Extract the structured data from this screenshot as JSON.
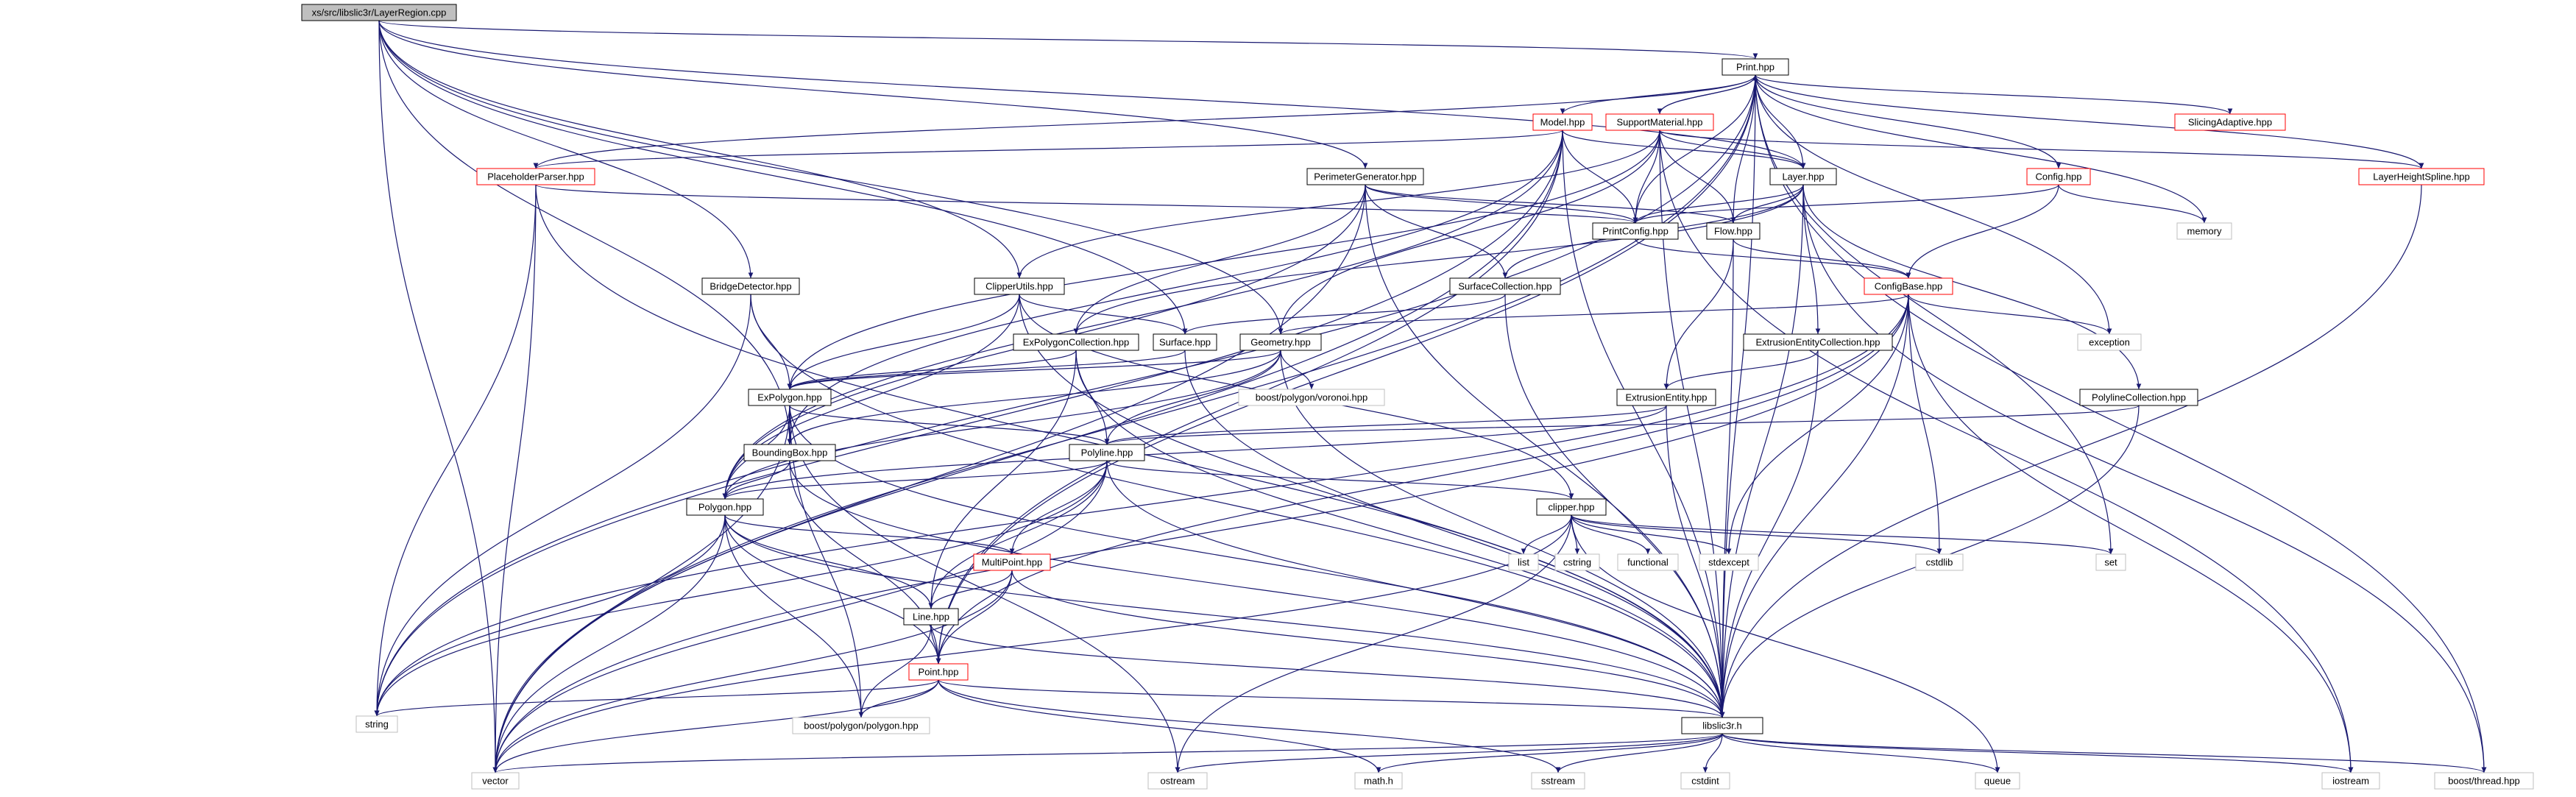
{
  "colors": {
    "edge": "#191970",
    "root_fill": "#bfbfbf",
    "box_border": "#000000",
    "red_border": "#ff0000",
    "grey_border": "#bfbfbf"
  },
  "nodes": [
    {
      "id": "root",
      "label": "xs/src/libslic3r/LayerRegion.cpp",
      "style": "root"
    },
    {
      "id": "print",
      "label": "Print.hpp",
      "style": "black"
    },
    {
      "id": "model",
      "label": "Model.hpp",
      "style": "red"
    },
    {
      "id": "support",
      "label": "SupportMaterial.hpp",
      "style": "red"
    },
    {
      "id": "slicing",
      "label": "SlicingAdaptive.hpp",
      "style": "red"
    },
    {
      "id": "placeholder",
      "label": "PlaceholderParser.hpp",
      "style": "red"
    },
    {
      "id": "perimeter",
      "label": "PerimeterGenerator.hpp",
      "style": "black"
    },
    {
      "id": "layer",
      "label": "Layer.hpp",
      "style": "black"
    },
    {
      "id": "config",
      "label": "Config.hpp",
      "style": "red"
    },
    {
      "id": "lhspline",
      "label": "LayerHeightSpline.hpp",
      "style": "red"
    },
    {
      "id": "printconfig",
      "label": "PrintConfig.hpp",
      "style": "black"
    },
    {
      "id": "flow",
      "label": "Flow.hpp",
      "style": "black"
    },
    {
      "id": "memory",
      "label": "memory",
      "style": "grey"
    },
    {
      "id": "bridge",
      "label": "BridgeDetector.hpp",
      "style": "black"
    },
    {
      "id": "clipperutils",
      "label": "ClipperUtils.hpp",
      "style": "black"
    },
    {
      "id": "surfcoll",
      "label": "SurfaceCollection.hpp",
      "style": "black"
    },
    {
      "id": "configbase",
      "label": "ConfigBase.hpp",
      "style": "red"
    },
    {
      "id": "expolycoll",
      "label": "ExPolygonCollection.hpp",
      "style": "black"
    },
    {
      "id": "surface",
      "label": "Surface.hpp",
      "style": "black"
    },
    {
      "id": "geometry",
      "label": "Geometry.hpp",
      "style": "black"
    },
    {
      "id": "extrcoll",
      "label": "ExtrusionEntityCollection.hpp",
      "style": "black"
    },
    {
      "id": "exception",
      "label": "exception",
      "style": "grey"
    },
    {
      "id": "voronoi",
      "label": "boost/polygon/voronoi.hpp",
      "style": "grey"
    },
    {
      "id": "expolygon",
      "label": "ExPolygon.hpp",
      "style": "black"
    },
    {
      "id": "extrentity",
      "label": "ExtrusionEntity.hpp",
      "style": "black"
    },
    {
      "id": "polylinecoll",
      "label": "PolylineCollection.hpp",
      "style": "black"
    },
    {
      "id": "bbox",
      "label": "BoundingBox.hpp",
      "style": "black"
    },
    {
      "id": "polyline",
      "label": "Polyline.hpp",
      "style": "black"
    },
    {
      "id": "polygon",
      "label": "Polygon.hpp",
      "style": "black"
    },
    {
      "id": "clipper",
      "label": "clipper.hpp",
      "style": "black"
    },
    {
      "id": "list",
      "label": "list",
      "style": "grey"
    },
    {
      "id": "cstring",
      "label": "cstring",
      "style": "grey"
    },
    {
      "id": "functional",
      "label": "functional",
      "style": "grey"
    },
    {
      "id": "stdexcept",
      "label": "stdexcept",
      "style": "grey"
    },
    {
      "id": "cstdlib",
      "label": "cstdlib",
      "style": "grey"
    },
    {
      "id": "set",
      "label": "set",
      "style": "grey"
    },
    {
      "id": "multipoint",
      "label": "MultiPoint.hpp",
      "style": "red"
    },
    {
      "id": "line",
      "label": "Line.hpp",
      "style": "black"
    },
    {
      "id": "point",
      "label": "Point.hpp",
      "style": "red"
    },
    {
      "id": "string",
      "label": "string",
      "style": "grey"
    },
    {
      "id": "boostpolygon",
      "label": "boost/polygon/polygon.hpp",
      "style": "grey"
    },
    {
      "id": "libslic3r",
      "label": "libslic3r.h",
      "style": "black"
    },
    {
      "id": "vector",
      "label": "vector",
      "style": "grey"
    },
    {
      "id": "ostream",
      "label": "ostream",
      "style": "grey"
    },
    {
      "id": "mathh",
      "label": "math.h",
      "style": "grey"
    },
    {
      "id": "sstream",
      "label": "sstream",
      "style": "grey"
    },
    {
      "id": "cstdint",
      "label": "cstdint",
      "style": "grey"
    },
    {
      "id": "queue",
      "label": "queue",
      "style": "grey"
    },
    {
      "id": "iostream",
      "label": "iostream",
      "style": "grey"
    },
    {
      "id": "boostthread",
      "label": "boost/thread.hpp",
      "style": "grey"
    }
  ],
  "edges": [
    [
      "root",
      "print"
    ],
    [
      "root",
      "layer"
    ],
    [
      "root",
      "perimeter"
    ],
    [
      "root",
      "bridge"
    ],
    [
      "root",
      "clipperutils"
    ],
    [
      "root",
      "surface"
    ],
    [
      "root",
      "geometry"
    ],
    [
      "root",
      "bbox"
    ],
    [
      "root",
      "vector"
    ],
    [
      "print",
      "model"
    ],
    [
      "print",
      "support"
    ],
    [
      "print",
      "slicing"
    ],
    [
      "print",
      "layer"
    ],
    [
      "print",
      "config"
    ],
    [
      "print",
      "lhspline"
    ],
    [
      "print",
      "printconfig"
    ],
    [
      "print",
      "flow"
    ],
    [
      "print",
      "memory"
    ],
    [
      "print",
      "placeholder"
    ],
    [
      "print",
      "point"
    ],
    [
      "print",
      "set"
    ],
    [
      "print",
      "exception"
    ],
    [
      "print",
      "string"
    ],
    [
      "print",
      "vector"
    ],
    [
      "print",
      "libslic3r"
    ],
    [
      "print",
      "boostthread"
    ],
    [
      "model",
      "printconfig"
    ],
    [
      "model",
      "layer"
    ],
    [
      "model",
      "libslic3r"
    ],
    [
      "model",
      "placeholder"
    ],
    [
      "model",
      "point"
    ],
    [
      "model",
      "polygon"
    ],
    [
      "model",
      "bbox"
    ],
    [
      "model",
      "string"
    ],
    [
      "model",
      "vector"
    ],
    [
      "support",
      "print"
    ],
    [
      "support",
      "flow"
    ],
    [
      "support",
      "printconfig"
    ],
    [
      "support",
      "layer"
    ],
    [
      "support",
      "geometry"
    ],
    [
      "support",
      "clipperutils"
    ],
    [
      "support",
      "expolygon"
    ],
    [
      "support",
      "libslic3r"
    ],
    [
      "support",
      "lhspline"
    ],
    [
      "support",
      "iostream"
    ],
    [
      "placeholder",
      "printconfig"
    ],
    [
      "placeholder",
      "libslic3r"
    ],
    [
      "placeholder",
      "string"
    ],
    [
      "placeholder",
      "vector"
    ],
    [
      "perimeter",
      "flow"
    ],
    [
      "perimeter",
      "printconfig"
    ],
    [
      "perimeter",
      "surfcoll"
    ],
    [
      "perimeter",
      "expolycoll"
    ],
    [
      "perimeter",
      "polygon"
    ],
    [
      "perimeter",
      "libslic3r"
    ],
    [
      "perimeter",
      "vector"
    ],
    [
      "layer",
      "flow"
    ],
    [
      "layer",
      "printconfig"
    ],
    [
      "layer",
      "surfcoll"
    ],
    [
      "layer",
      "extrcoll"
    ],
    [
      "layer",
      "expolycoll"
    ],
    [
      "layer",
      "polylinecoll"
    ],
    [
      "layer",
      "libslic3r"
    ],
    [
      "layer",
      "boostthread"
    ],
    [
      "config",
      "configbase"
    ],
    [
      "config",
      "printconfig"
    ],
    [
      "config",
      "memory"
    ],
    [
      "lhspline",
      "libslic3r"
    ],
    [
      "printconfig",
      "configbase"
    ],
    [
      "flow",
      "configbase"
    ],
    [
      "flow",
      "extrentity"
    ],
    [
      "flow",
      "libslic3r"
    ],
    [
      "bridge",
      "expolygon"
    ],
    [
      "bridge",
      "string"
    ],
    [
      "bridge",
      "libslic3r"
    ],
    [
      "clipperutils",
      "clipper"
    ],
    [
      "clipperutils",
      "expolygon"
    ],
    [
      "clipperutils",
      "polygon"
    ],
    [
      "clipperutils",
      "surface"
    ],
    [
      "clipperutils",
      "libslic3r"
    ],
    [
      "surfcoll",
      "surface"
    ],
    [
      "surfcoll",
      "libslic3r"
    ],
    [
      "configbase",
      "exception"
    ],
    [
      "configbase",
      "stdexcept"
    ],
    [
      "configbase",
      "cstdlib"
    ],
    [
      "configbase",
      "iostream"
    ],
    [
      "configbase",
      "libslic3r"
    ],
    [
      "configbase",
      "point"
    ],
    [
      "configbase",
      "geometry"
    ],
    [
      "configbase",
      "string"
    ],
    [
      "configbase",
      "vector"
    ],
    [
      "expolycoll",
      "expolygon"
    ],
    [
      "expolycoll",
      "line"
    ],
    [
      "expolycoll",
      "polyline"
    ],
    [
      "expolycoll",
      "libslic3r"
    ],
    [
      "surface",
      "expolygon"
    ],
    [
      "surface",
      "libslic3r"
    ],
    [
      "geometry",
      "expolygon"
    ],
    [
      "geometry",
      "polygon"
    ],
    [
      "geometry",
      "polyline"
    ],
    [
      "geometry",
      "bbox"
    ],
    [
      "geometry",
      "voronoi"
    ],
    [
      "geometry",
      "libslic3r"
    ],
    [
      "extrcoll",
      "extrentity"
    ],
    [
      "extrcoll",
      "libslic3r"
    ],
    [
      "expolygon",
      "polygon"
    ],
    [
      "expolygon",
      "polyline"
    ],
    [
      "expolygon",
      "bbox"
    ],
    [
      "expolygon",
      "vector"
    ],
    [
      "expolygon",
      "ostream"
    ],
    [
      "expolygon",
      "boostpolygon"
    ],
    [
      "expolygon",
      "libslic3r"
    ],
    [
      "extrentity",
      "polygon"
    ],
    [
      "extrentity",
      "polyline"
    ],
    [
      "extrentity",
      "libslic3r"
    ],
    [
      "polylinecoll",
      "polyline"
    ],
    [
      "polylinecoll",
      "libslic3r"
    ],
    [
      "bbox",
      "polygon"
    ],
    [
      "bbox",
      "point"
    ],
    [
      "bbox",
      "libslic3r"
    ],
    [
      "polyline",
      "polygon"
    ],
    [
      "polyline",
      "line"
    ],
    [
      "polyline",
      "multipoint"
    ],
    [
      "polyline",
      "clipper"
    ],
    [
      "polyline",
      "libslic3r"
    ],
    [
      "polyline",
      "string"
    ],
    [
      "polyline",
      "vector"
    ],
    [
      "polygon",
      "line"
    ],
    [
      "polygon",
      "multipoint"
    ],
    [
      "polygon",
      "point"
    ],
    [
      "polygon",
      "boostpolygon"
    ],
    [
      "polygon",
      "libslic3r"
    ],
    [
      "polygon",
      "string"
    ],
    [
      "polygon",
      "vector"
    ],
    [
      "clipper",
      "list"
    ],
    [
      "clipper",
      "cstring"
    ],
    [
      "clipper",
      "functional"
    ],
    [
      "clipper",
      "stdexcept"
    ],
    [
      "clipper",
      "cstdlib"
    ],
    [
      "clipper",
      "set"
    ],
    [
      "clipper",
      "queue"
    ],
    [
      "clipper",
      "ostream"
    ],
    [
      "clipper",
      "vector"
    ],
    [
      "multipoint",
      "line"
    ],
    [
      "multipoint",
      "point"
    ],
    [
      "multipoint",
      "libslic3r"
    ],
    [
      "multipoint",
      "vector"
    ],
    [
      "line",
      "point"
    ],
    [
      "line",
      "libslic3r"
    ],
    [
      "line",
      "boostpolygon"
    ],
    [
      "point",
      "libslic3r"
    ],
    [
      "point",
      "string"
    ],
    [
      "point",
      "vector"
    ],
    [
      "point",
      "mathh"
    ],
    [
      "point",
      "sstream"
    ],
    [
      "point",
      "boostpolygon"
    ],
    [
      "libslic3r",
      "ostream"
    ],
    [
      "libslic3r",
      "mathh"
    ],
    [
      "libslic3r",
      "sstream"
    ],
    [
      "libslic3r",
      "cstdint"
    ],
    [
      "libslic3r",
      "queue"
    ],
    [
      "libslic3r",
      "iostream"
    ],
    [
      "libslic3r",
      "boostthread"
    ],
    [
      "libslic3r",
      "vector"
    ]
  ]
}
